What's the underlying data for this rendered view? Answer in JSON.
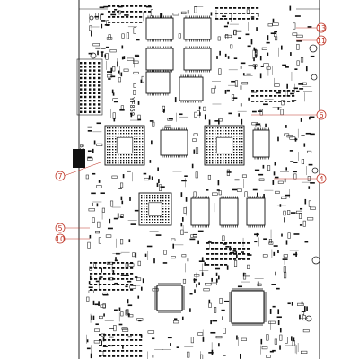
{
  "board": {
    "vertical_labels": [
      "YF859"
    ],
    "part_labels": [
      "B3U8"
    ]
  },
  "callouts": [
    {
      "label": "13"
    },
    {
      "label": "11"
    },
    {
      "label": "6"
    },
    {
      "label": "4"
    },
    {
      "label": "7"
    },
    {
      "label": "5"
    },
    {
      "label": "10"
    }
  ],
  "colors": {
    "callout": "#c0392b",
    "ink": "#111111",
    "paper": "#ffffff",
    "hole": "#ffffff"
  }
}
